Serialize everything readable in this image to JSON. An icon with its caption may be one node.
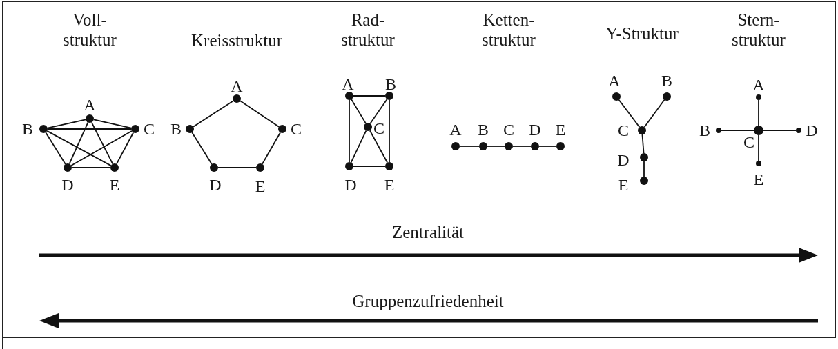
{
  "diagram": {
    "nodes": [
      {
        "text": [],
        "shape": "circle",
        "beside": [
          "A"
        ]
      },
      {
        "text": [],
        "shape": "circle",
        "beside": [
          "B"
        ]
      },
      {
        "text": [],
        "shape": "circle",
        "beside": [
          "C"
        ]
      },
      {
        "text": [],
        "shape": "circle",
        "beside": [
          "D"
        ]
      },
      {
        "text": [],
        "shape": "circle",
        "beside": [
          "E"
        ]
      },
      {
        "text": [],
        "shape": "circle",
        "beside": [
          "A"
        ]
      },
      {
        "text": [],
        "shape": "circle",
        "beside": [
          "B"
        ]
      },
      {
        "text": [],
        "shape": "circle",
        "beside": [
          "C"
        ]
      },
      {
        "text": [],
        "shape": "circle",
        "beside": [
          "D"
        ]
      },
      {
        "text": [],
        "shape": "circle",
        "beside": [
          "E"
        ]
      },
      {
        "text": [],
        "shape": "circle",
        "beside": [
          "A"
        ]
      },
      {
        "text": [],
        "shape": "circle",
        "beside": [
          "B"
        ]
      },
      {
        "text": [],
        "shape": "circle",
        "beside": [
          "C"
        ]
      },
      {
        "text": [],
        "shape": "circle",
        "beside": [
          "D"
        ]
      },
      {
        "text": [],
        "shape": "circle",
        "beside": [
          "E"
        ]
      },
      {
        "text": [],
        "shape": "circle",
        "beside": [
          "A"
        ]
      },
      {
        "text": [],
        "shape": "circle",
        "beside": [
          "B"
        ]
      },
      {
        "text": [],
        "shape": "circle",
        "beside": [
          "C"
        ]
      },
      {
        "text": [],
        "shape": "circle",
        "beside": [
          "D"
        ]
      },
      {
        "text": [],
        "shape": "circle",
        "beside": [
          "E"
        ]
      },
      {
        "text": [],
        "shape": "circle",
        "beside": [
          "A"
        ]
      },
      {
        "text": [],
        "shape": "circle",
        "beside": [
          "B"
        ]
      },
      {
        "text": [],
        "shape": "circle",
        "beside": [
          "C"
        ]
      },
      {
        "text": [],
        "shape": "circle",
        "beside": [
          "D"
        ]
      },
      {
        "text": [],
        "shape": "circle",
        "beside": [
          "E"
        ]
      },
      {
        "text": [],
        "shape": "circle",
        "beside": [
          "A"
        ]
      },
      {
        "text": [],
        "shape": "circle",
        "beside": [
          "B"
        ]
      },
      {
        "text": [],
        "shape": "circle",
        "beside": [
          "C"
        ]
      },
      {
        "text": [],
        "shape": "circle",
        "beside": [
          "D"
        ]
      },
      {
        "text": [],
        "shape": "circle",
        "beside": [
          "E"
        ]
      }
    ],
    "edges": [
      {
        "from": 0,
        "to": 1,
        "arrow": "none"
      },
      {
        "from": 0,
        "to": 2,
        "arrow": "none"
      },
      {
        "from": 0,
        "to": 3,
        "arrow": "none"
      },
      {
        "from": 0,
        "to": 4,
        "arrow": "none"
      },
      {
        "from": 1,
        "to": 2,
        "arrow": "none"
      },
      {
        "from": 1,
        "to": 3,
        "arrow": "none"
      },
      {
        "from": 1,
        "to": 4,
        "arrow": "none"
      },
      {
        "from": 2,
        "to": 3,
        "arrow": "none"
      },
      {
        "from": 2,
        "to": 4,
        "arrow": "none"
      },
      {
        "from": 3,
        "to": 4,
        "arrow": "none"
      },
      {
        "from": 5,
        "to": 6,
        "arrow": "none"
      },
      {
        "from": 5,
        "to": 7,
        "arrow": "none"
      },
      {
        "from": 6,
        "to": 8,
        "arrow": "none"
      },
      {
        "from": 7,
        "to": 9,
        "arrow": "none"
      },
      {
        "from": 8,
        "to": 9,
        "arrow": "none"
      },
      {
        "from": 10,
        "to": 11,
        "arrow": "none"
      },
      {
        "from": 10,
        "to": 13,
        "arrow": "none"
      },
      {
        "from": 11,
        "to": 14,
        "arrow": "none"
      },
      {
        "from": 13,
        "to": 14,
        "arrow": "none"
      },
      {
        "from": 10,
        "to": 12,
        "arrow": "none"
      },
      {
        "from": 12,
        "to": 14,
        "arrow": "none"
      },
      {
        "from": 11,
        "to": 12,
        "arrow": "none"
      },
      {
        "from": 12,
        "to": 13,
        "arrow": "none"
      },
      {
        "from": 15,
        "to": 16,
        "arrow": "none"
      },
      {
        "from": 16,
        "to": 17,
        "arrow": "none"
      },
      {
        "from": 17,
        "to": 18,
        "arrow": "none"
      },
      {
        "from": 18,
        "to": 19,
        "arrow": "none"
      },
      {
        "from": 20,
        "to": 22,
        "arrow": "none"
      },
      {
        "from": 21,
        "to": 22,
        "arrow": "none"
      },
      {
        "from": 22,
        "to": 23,
        "arrow": "none"
      },
      {
        "from": 23,
        "to": 24,
        "arrow": "none"
      },
      {
        "from": 26,
        "to": 27,
        "arrow": "none"
      },
      {
        "from": 27,
        "to": 28,
        "arrow": "none"
      },
      {
        "from": 25,
        "to": 27,
        "arrow": "none"
      },
      {
        "from": 27,
        "to": 29,
        "arrow": "none"
      }
    ],
    "labels": [
      "Voll- struktur",
      "Kreisstruktur",
      "Rad- struktur",
      "Ketten- struktur",
      "Y-Struktur",
      "Stern- struktur",
      "Zentralität",
      "Gruppenzufriedenheit"
    ]
  }
}
